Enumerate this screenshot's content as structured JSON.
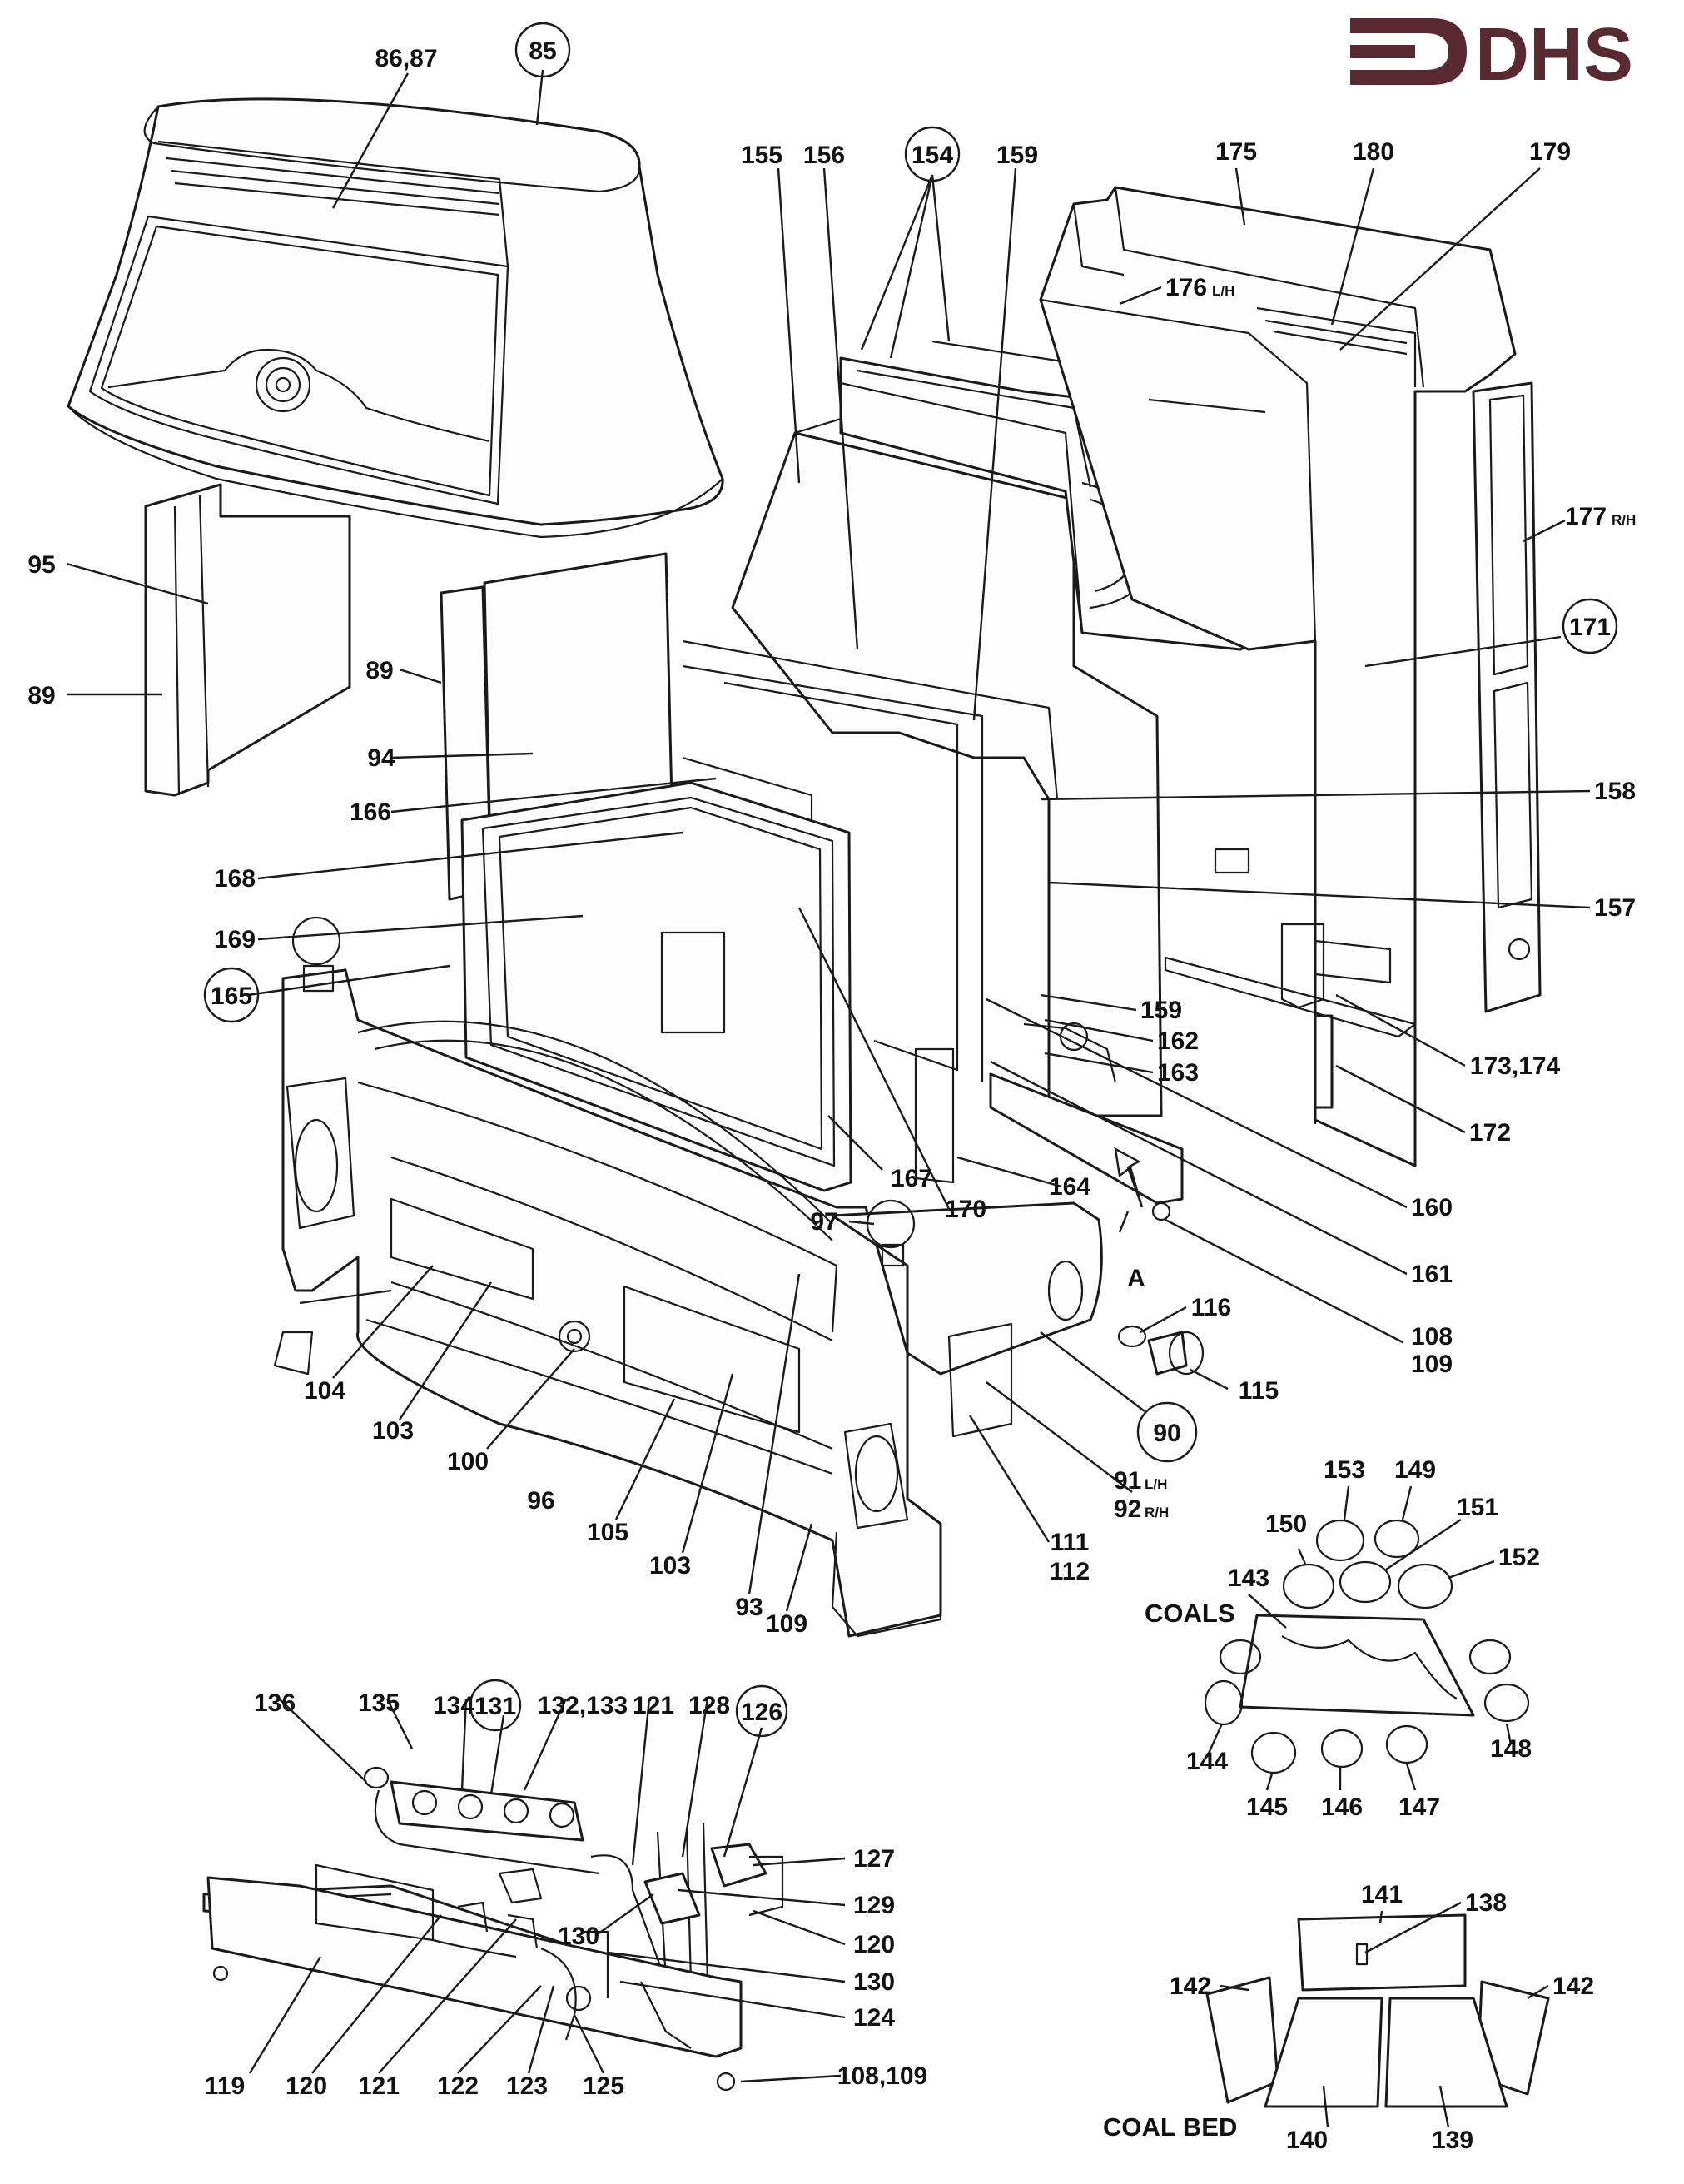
{
  "logo": {
    "text": "DHS",
    "color": "#5a2a32"
  },
  "captions": {
    "coals": "COALS",
    "coal_bed": "COAL BED"
  },
  "callouts": [
    {
      "id": "c85",
      "text": "85",
      "circled": true
    },
    {
      "id": "c8687",
      "text": "86,87"
    },
    {
      "id": "c155",
      "text": "155"
    },
    {
      "id": "c156",
      "text": "156"
    },
    {
      "id": "c154",
      "text": "154",
      "circled": true
    },
    {
      "id": "c159a",
      "text": "159"
    },
    {
      "id": "c175",
      "text": "175"
    },
    {
      "id": "c180",
      "text": "180"
    },
    {
      "id": "c179",
      "text": "179"
    },
    {
      "id": "c176",
      "text": "176",
      "suffix": "L/H"
    },
    {
      "id": "c177",
      "text": "177",
      "suffix": "R/H"
    },
    {
      "id": "c171",
      "text": "171",
      "circled": true
    },
    {
      "id": "c95",
      "text": "95"
    },
    {
      "id": "c89a",
      "text": "89"
    },
    {
      "id": "c89b",
      "text": "89"
    },
    {
      "id": "c94",
      "text": "94"
    },
    {
      "id": "c166",
      "text": "166"
    },
    {
      "id": "c168",
      "text": "168"
    },
    {
      "id": "c169",
      "text": "169"
    },
    {
      "id": "c165",
      "text": "165",
      "circled": true
    },
    {
      "id": "c158",
      "text": "158"
    },
    {
      "id": "c157",
      "text": "157"
    },
    {
      "id": "c159b",
      "text": "159"
    },
    {
      "id": "c162",
      "text": "162"
    },
    {
      "id": "c163",
      "text": "163"
    },
    {
      "id": "c173",
      "text": "173,174"
    },
    {
      "id": "c172",
      "text": "172"
    },
    {
      "id": "c160",
      "text": "160"
    },
    {
      "id": "c161",
      "text": "161"
    },
    {
      "id": "c167",
      "text": "167"
    },
    {
      "id": "c170",
      "text": "170"
    },
    {
      "id": "c164",
      "text": "164"
    },
    {
      "id": "c97",
      "text": "97"
    },
    {
      "id": "cA",
      "text": "A"
    },
    {
      "id": "c108a",
      "text": "108"
    },
    {
      "id": "c109a",
      "text": "109"
    },
    {
      "id": "c116",
      "text": "116"
    },
    {
      "id": "c115",
      "text": "115"
    },
    {
      "id": "c90",
      "text": "90",
      "circled": true
    },
    {
      "id": "c91",
      "text": "91",
      "suffix": "L/H"
    },
    {
      "id": "c92",
      "text": "92",
      "suffix": "R/H"
    },
    {
      "id": "c111",
      "text": "111"
    },
    {
      "id": "c112",
      "text": "112"
    },
    {
      "id": "c104",
      "text": "104"
    },
    {
      "id": "c103a",
      "text": "103"
    },
    {
      "id": "c100",
      "text": "100"
    },
    {
      "id": "c96",
      "text": "96"
    },
    {
      "id": "c105",
      "text": "105"
    },
    {
      "id": "c103b",
      "text": "103"
    },
    {
      "id": "c93",
      "text": "93"
    },
    {
      "id": "c109b",
      "text": "109"
    },
    {
      "id": "c153",
      "text": "153"
    },
    {
      "id": "c149",
      "text": "149"
    },
    {
      "id": "c150",
      "text": "150"
    },
    {
      "id": "c151",
      "text": "151"
    },
    {
      "id": "c152",
      "text": "152"
    },
    {
      "id": "c143",
      "text": "143"
    },
    {
      "id": "c144",
      "text": "144"
    },
    {
      "id": "c148",
      "text": "148"
    },
    {
      "id": "c145",
      "text": "145"
    },
    {
      "id": "c146",
      "text": "146"
    },
    {
      "id": "c147",
      "text": "147"
    },
    {
      "id": "c136",
      "text": "136"
    },
    {
      "id": "c135",
      "text": "135"
    },
    {
      "id": "c134",
      "text": "134"
    },
    {
      "id": "c131",
      "text": "131",
      "circled": true
    },
    {
      "id": "c132",
      "text": "132,133"
    },
    {
      "id": "c121a",
      "text": "121"
    },
    {
      "id": "c128",
      "text": "128"
    },
    {
      "id": "c126",
      "text": "126",
      "circled": true
    },
    {
      "id": "c127",
      "text": "127"
    },
    {
      "id": "c129",
      "text": "129"
    },
    {
      "id": "c120a",
      "text": "120"
    },
    {
      "id": "c130a",
      "text": "130"
    },
    {
      "id": "c130b",
      "text": "130"
    },
    {
      "id": "c124",
      "text": "124"
    },
    {
      "id": "c119",
      "text": "119"
    },
    {
      "id": "c120b",
      "text": "120"
    },
    {
      "id": "c121b",
      "text": "121"
    },
    {
      "id": "c122",
      "text": "122"
    },
    {
      "id": "c123",
      "text": "123"
    },
    {
      "id": "c125",
      "text": "125"
    },
    {
      "id": "c108b",
      "text": "108,109"
    },
    {
      "id": "c141",
      "text": "141"
    },
    {
      "id": "c138",
      "text": "138"
    },
    {
      "id": "c142a",
      "text": "142"
    },
    {
      "id": "c142b",
      "text": "142"
    },
    {
      "id": "c140",
      "text": "140"
    },
    {
      "id": "c139",
      "text": "139"
    }
  ]
}
